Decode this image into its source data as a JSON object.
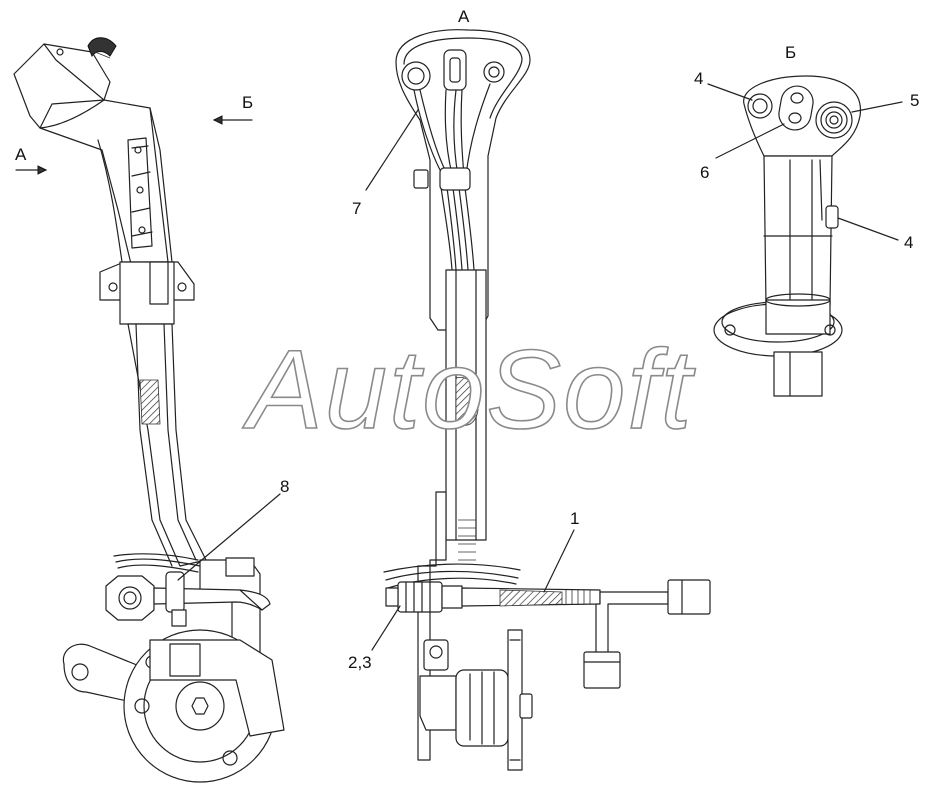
{
  "views": {
    "view_a_title": "А",
    "view_b_title": "Б"
  },
  "arrows": {
    "arrow_a_label": "А",
    "arrow_b_label": "Б"
  },
  "callouts": {
    "c1": "1",
    "c23": "2,3",
    "c4_top": "4",
    "c4_side": "4",
    "c5": "5",
    "c6": "6",
    "c7": "7",
    "c8": "8"
  },
  "watermark": "AutoSoft"
}
